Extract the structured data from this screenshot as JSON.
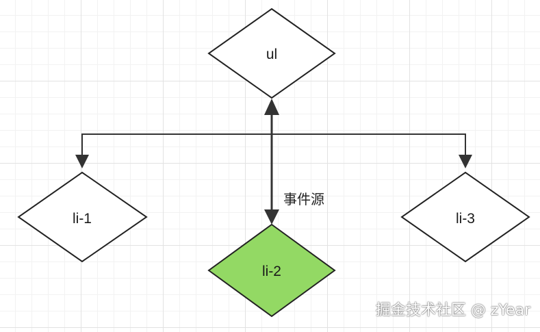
{
  "nodes": {
    "ul": {
      "label": "ul",
      "fill": "#ffffff"
    },
    "li1": {
      "label": "li-1",
      "fill": "#ffffff"
    },
    "li2": {
      "label": "li-2",
      "fill": "#93d964"
    },
    "li3": {
      "label": "li-3",
      "fill": "#ffffff"
    }
  },
  "edge_label": "事件源",
  "watermark": "掘金技术社区 @ zYear"
}
